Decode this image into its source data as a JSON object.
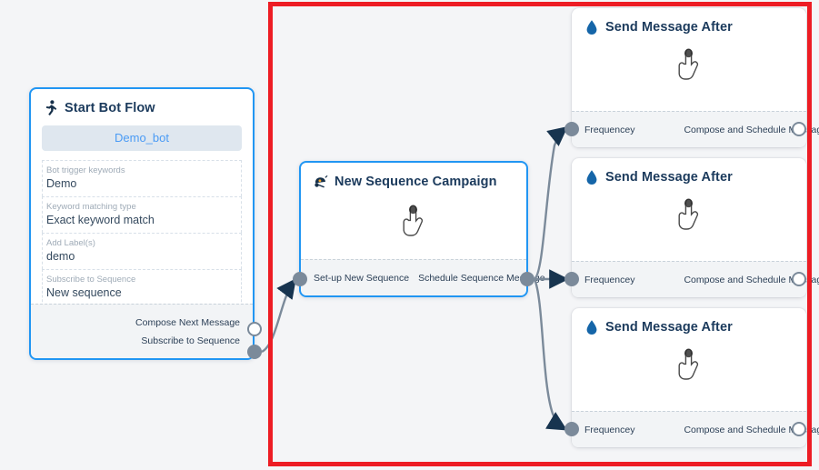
{
  "canvas": {
    "background_color": "#f4f5f7",
    "highlight_color": "#ed1c24"
  },
  "nodes": {
    "start_bot_flow": {
      "title": "Start Bot Flow",
      "icon": "running-person-icon",
      "chip_label": "Demo_bot",
      "fields": [
        {
          "label": "Bot trigger keywords",
          "value": "Demo"
        },
        {
          "label": "Keyword matching type",
          "value": "Exact keyword match"
        },
        {
          "label": "Add Label(s)",
          "value": "demo"
        },
        {
          "label": "Subscribe to Sequence",
          "value": "New sequence"
        }
      ],
      "ports": [
        {
          "label": "Compose Next Message",
          "style": "hollow"
        },
        {
          "label": "Subscribe to Sequence",
          "style": "filled"
        }
      ]
    },
    "new_sequence_campaign": {
      "title": "New Sequence Campaign",
      "icon": "megaphone-icon",
      "body_icon": "hand-pointer-icon",
      "input_port_label": "Set-up New Sequence",
      "output_port_label": "Schedule Sequence Message"
    },
    "send_message_after": [
      {
        "title": "Send Message After",
        "icon": "water-drop-icon",
        "body_icon": "hand-pointer-icon",
        "input_port_label": "Frequencey",
        "output_port_label": "Compose and Schedule Message"
      },
      {
        "title": "Send Message After",
        "icon": "water-drop-icon",
        "body_icon": "hand-pointer-icon",
        "input_port_label": "Frequencey",
        "output_port_label": "Compose and Schedule Message"
      },
      {
        "title": "Send Message After",
        "icon": "water-drop-icon",
        "body_icon": "hand-pointer-icon",
        "input_port_label": "Frequencey",
        "output_port_label": "Compose and Schedule Message"
      }
    ]
  }
}
